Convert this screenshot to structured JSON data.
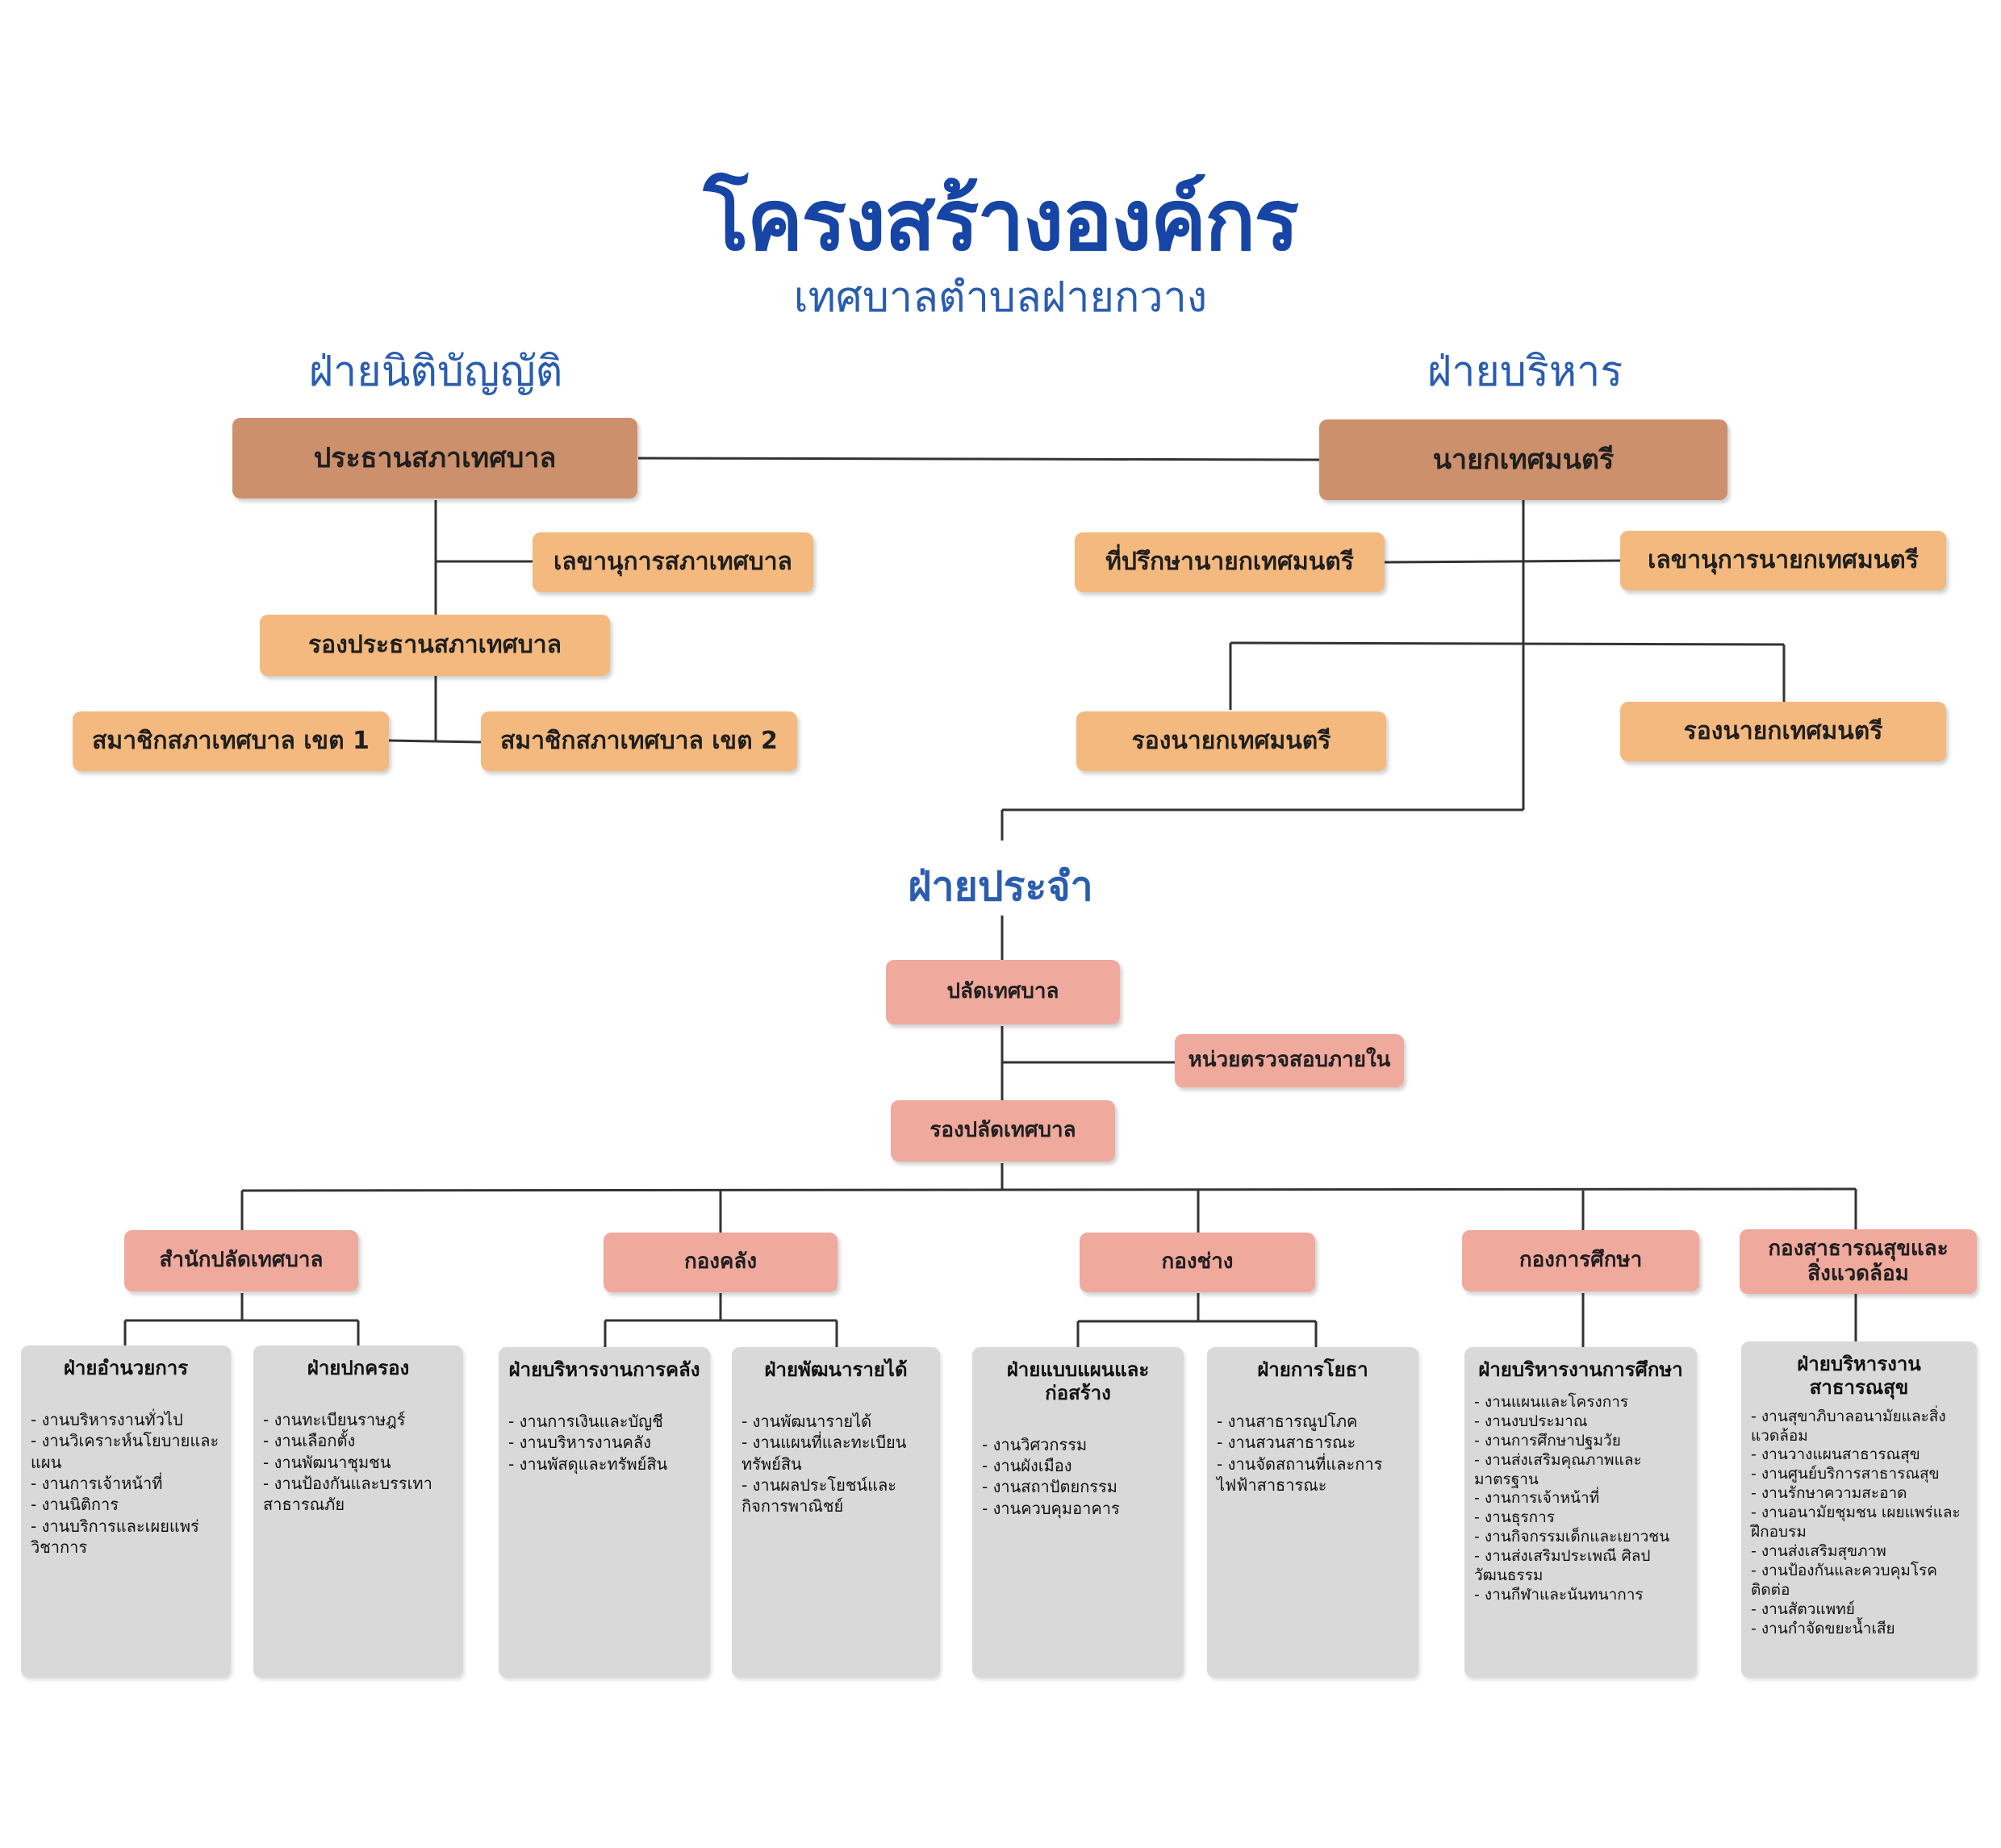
{
  "header": {
    "title": "โครงสร้างองค์กร",
    "subtitle": "เทศบาลตำบลฝายกวาง"
  },
  "branches": {
    "legislative": "ฝ่ายนิติบัญญัติ",
    "executive": "ฝ่ายบริหาร",
    "permanent": "ฝ่ายประจำ"
  },
  "legislative": {
    "council_chair": "ประธานสภาเทศบาล",
    "council_secretary": "เลขานุการสภาเทศบาล",
    "vice_chair": "รองประธานสภาเทศบาล",
    "member_zone1": "สมาชิกสภาเทศบาล เขต 1",
    "member_zone2": "สมาชิกสภาเทศบาล เขต 2"
  },
  "executive": {
    "mayor": "นายกเทศมนตรี",
    "advisor": "ที่ปรึกษานายกเทศมนตรี",
    "secretary": "เลขานุการนายกเทศมนตรี",
    "deputy_left": "รองนายกเทศมนตรี",
    "deputy_right": "รองนายกเทศมนตรี"
  },
  "permanent": {
    "clerk": "ปลัดเทศบาล",
    "internal_audit": "หน่วยตรวจสอบภายใน",
    "deputy_clerk": "รองปลัดเทศบาล"
  },
  "divisions": [
    "สำนักปลัดเทศบาล",
    "กองคลัง",
    "กองช่าง",
    "กองการศึกษา",
    "กองสาธารณสุขและสิ่งแวดล้อม"
  ],
  "sections": [
    {
      "title": "ฝ่ายอำนวยการ",
      "items": [
        "- งานบริหารงานทั่วไป",
        "- งานวิเคราะห์นโยบายและแผน",
        "- งานการเจ้าหน้าที่",
        "- งานนิติการ",
        "- งานบริการและเผยแพร่วิชาการ"
      ]
    },
    {
      "title": "ฝ่ายปกครอง",
      "items": [
        "- งานทะเบียนราษฎร์",
        "- งานเลือกตั้ง",
        "- งานพัฒนาชุมชน",
        "- งานป้องกันและบรรเทาสาธารณภัย"
      ]
    },
    {
      "title": "ฝ่ายบริหารงานการคลัง",
      "items": [
        "- งานการเงินและบัญชี",
        "- งานบริหารงานคลัง",
        "- งานพัสดุและทรัพย์สิน"
      ]
    },
    {
      "title": "ฝ่ายพัฒนารายได้",
      "items": [
        "- งานพัฒนารายได้",
        "- งานแผนที่และทะเบียนทรัพย์สิน",
        "- งานผลประโยชน์และกิจการพาณิชย์"
      ]
    },
    {
      "title": "ฝ่ายแบบแผนและก่อสร้าง",
      "items": [
        "- งานวิศวกรรม",
        "- งานผังเมือง",
        "- งานสถาปัตยกรรม",
        "- งานควบคุมอาคาร"
      ]
    },
    {
      "title": "ฝ่ายการโยธา",
      "items": [
        "- งานสาธารณูปโภค",
        "- งานสวนสาธารณะ",
        "- งานจัดสถานที่และการไฟฟ้าสาธารณะ"
      ]
    },
    {
      "title": "ฝ่ายบริหารงานการศึกษา",
      "items": [
        "- งานแผนและโครงการ",
        "- งานงบประมาณ",
        "- งานการศึกษาปฐมวัย",
        "- งานส่งเสริมคุณภาพและมาตรฐาน",
        "- งานการเจ้าหน้าที่",
        "- งานธุรการ",
        "- งานกิจกรรมเด็กและเยาวชน",
        "- งานส่งเสริมประเพณี ศิลปวัฒนธรรม",
        "- งานกีฬาและนันทนาการ"
      ]
    },
    {
      "title": "ฝ่ายบริหารงานสาธารณสุข",
      "items": [
        "- งานสุขาภิบาลอนามัยและสิ่งแวดล้อม",
        "- งานวางแผนสาธารณสุข",
        "- งานศูนย์บริการสาธารณสุข",
        "- งานรักษาความสะอาด",
        "- งานอนามัยชุมชน เผยแพร่และฝึกอบรม",
        "- งานส่งเสริมสุขภาพ",
        "- งานป้องกันและควบคุมโรคติดต่อ",
        "- งานสัตวแพทย์",
        "- งานกำจัดขยะน้ำเสีย"
      ]
    }
  ],
  "colors": {
    "title_blue": "#1645a6",
    "heading_blue": "#2a5db0",
    "brown_box": "#cd906c",
    "orange_box": "#f4b97f",
    "pink_box": "#f0a99d",
    "grey_card": "#d9d9d9",
    "line": "#333333"
  }
}
